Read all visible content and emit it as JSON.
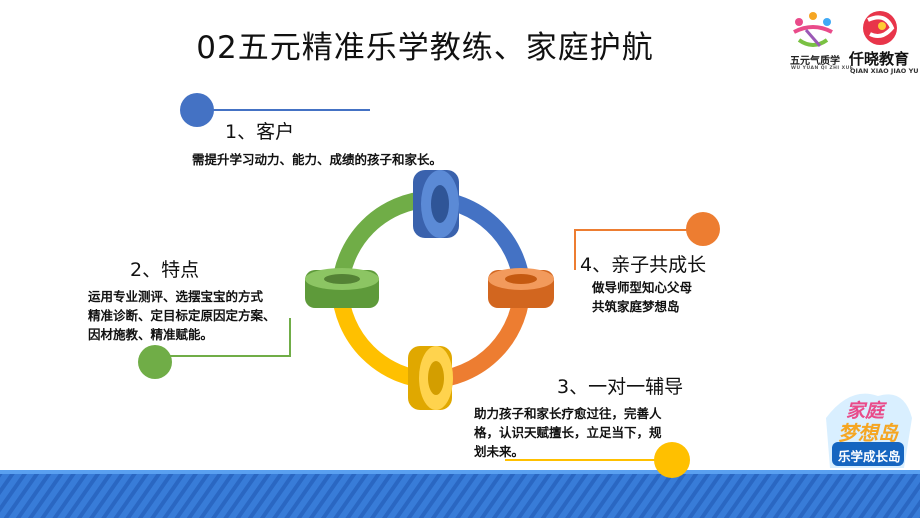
{
  "title": "02五元精准乐学教练、家庭护航",
  "logos": {
    "wuyuan": {
      "name": "五元气质学",
      "pinyin": "WU YUAN QI ZHI XUE"
    },
    "qianxiao": {
      "name": "仟晓教育",
      "pinyin": "QIAN XIAO JIAO YU"
    }
  },
  "badge": {
    "line1": "家庭",
    "line2": "梦想岛",
    "line3": "乐学成长岛"
  },
  "sections": [
    {
      "heading": "1、客户",
      "body": "需提升学习动力、能力、成绩的孩子和家长。"
    },
    {
      "heading": "2、特点",
      "lines": [
        "运用专业测评、选摆宝宝的方式",
        "精准诊断、定目标定原因定方案、",
        "因材施教、精准赋能。"
      ]
    },
    {
      "heading": "3、一对一辅导",
      "lines": [
        "助力孩子和家长疗愈过往，完善人",
        "格，认识天赋擅长，立足当下，规",
        "划未来。"
      ]
    },
    {
      "heading": "4、亲子共成长",
      "lines": [
        "做导师型知心父母",
        "共筑家庭梦想岛"
      ]
    }
  ],
  "colors": {
    "blue": "#4472c4",
    "green": "#70ad47",
    "orange": "#ed7d31",
    "yellow": "#ffc000",
    "footer": "#2e75d6"
  }
}
